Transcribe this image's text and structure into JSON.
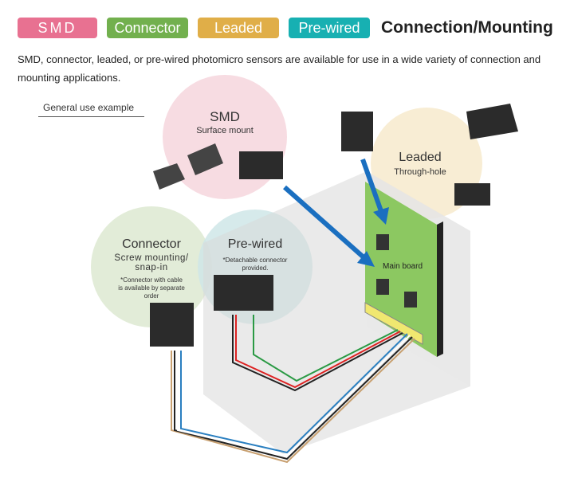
{
  "tags": [
    {
      "label": "SMD",
      "color": "#e87191"
    },
    {
      "label": "Connector",
      "color": "#72b04e"
    },
    {
      "label": "Leaded",
      "color": "#e0ae48"
    },
    {
      "label": "Pre-wired",
      "color": "#17b0b2"
    }
  ],
  "title": "Connection/Mounting",
  "description": "SMD, connector, leaded, or pre-wired photomicro sensors are available for use in a wide variety of connection and mounting applications.",
  "example_label": "General use example",
  "diagram": {
    "smd": {
      "title": "SMD",
      "subtitle": "Surface mount"
    },
    "leaded": {
      "title": "Leaded",
      "subtitle": "Through-hole"
    },
    "connector": {
      "title": "Connector",
      "subtitle": "Screw mounting/ snap-in",
      "note": "*Connector with cable is available by separate order"
    },
    "prewired": {
      "title": "Pre-wired",
      "note": "*Detachable connector provided."
    },
    "board_label": "Main board",
    "arrow_color": "#1a6fc0",
    "board_color": "#8cc861"
  }
}
